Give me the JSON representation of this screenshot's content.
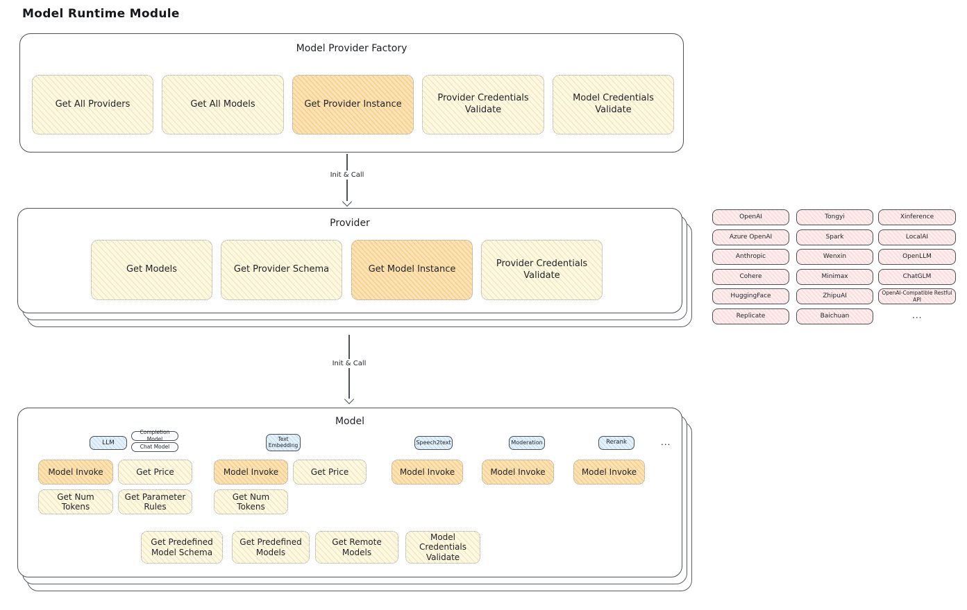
{
  "page_title": "Model Runtime Module",
  "arrows": {
    "arrow1": "Init & Call",
    "arrow2": "Init & Call"
  },
  "factory": {
    "title": "Model Provider Factory",
    "items": [
      {
        "label": "Get All Providers",
        "highlight": false
      },
      {
        "label": "Get All Models",
        "highlight": false
      },
      {
        "label": "Get Provider Instance",
        "highlight": true
      },
      {
        "label": "Provider Credentials Validate",
        "highlight": false
      },
      {
        "label": "Model Credentials Validate",
        "highlight": false
      }
    ]
  },
  "provider": {
    "title": "Provider",
    "items": [
      {
        "label": "Get Models",
        "highlight": false
      },
      {
        "label": "Get Provider Schema",
        "highlight": false
      },
      {
        "label": "Get Model Instance",
        "highlight": true
      },
      {
        "label": "Provider Credentials Validate",
        "highlight": false
      }
    ]
  },
  "providers_list": {
    "items": [
      "OpenAI",
      "Tongyi",
      "Xinference",
      "Azure OpenAI",
      "Spark",
      "LocalAI",
      "Anthropic",
      "Wenxin",
      "OpenLLM",
      "Cohere",
      "Minimax",
      "ChatGLM",
      "HuggingFace",
      "ZhipuAI",
      "OpenAI-Compatible Restful API",
      "Replicate",
      "Baichuan"
    ],
    "more": "..."
  },
  "model": {
    "title": "Model",
    "types": {
      "llm": "LLM",
      "completion_model": "Completion Model",
      "chat_model": "Chat Model",
      "text_embedding": "Text Embedding",
      "speech2text": "Speech2text",
      "moderation": "Moderation",
      "rerank": "Rerank",
      "more": "..."
    },
    "llm_ops": [
      "Model Invoke",
      "Get Price",
      "Get Num Tokens",
      "Get Parameter Rules"
    ],
    "embedding_ops": [
      "Model Invoke",
      "Get Price",
      "Get Num Tokens"
    ],
    "speech2text_ops": [
      "Model Invoke"
    ],
    "moderation_ops": [
      "Model Invoke"
    ],
    "rerank_ops": [
      "Model Invoke"
    ],
    "common_ops": [
      "Get Predefined Model Schema",
      "Get Predefined Models",
      "Get Remote Models",
      "Model Credentials Validate"
    ]
  },
  "colors": {
    "yellow_fill": "#fdf8e2",
    "yellow_hatch": "#e2c470",
    "highlight_fill": "#fbe2b4",
    "highlight_hatch": "#f0a83c",
    "pink_fill": "#fdecec",
    "pink_hatch": "#ec9494",
    "blue_fill": "#e4f0fa",
    "blue_hatch": "#78aadc",
    "frame_border": "#4b5157",
    "dotted_border": "#9aa0a6",
    "text": "#21252a"
  }
}
